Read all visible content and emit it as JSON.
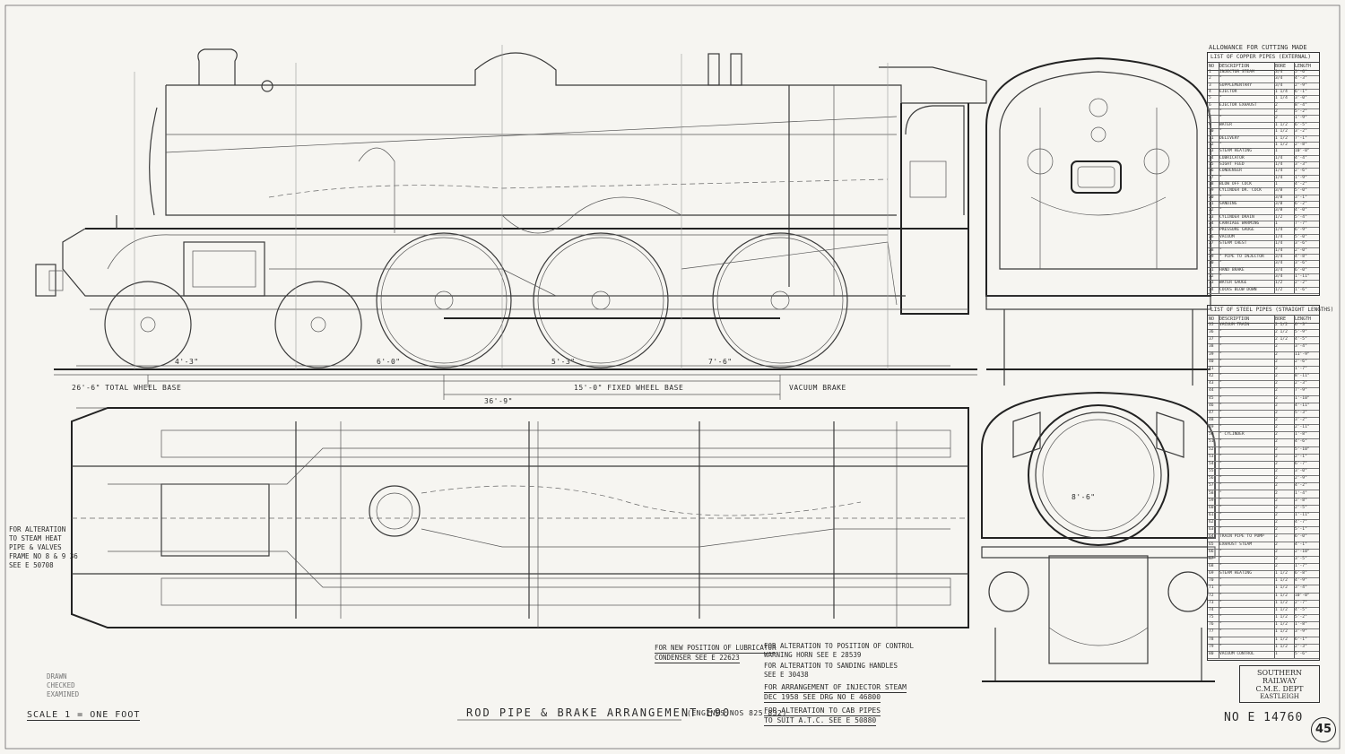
{
  "drawing": {
    "title": "ROD PIPE & BRAKE ARRANGEMENT E90",
    "engines": "(ENGINES Nos 825-832)",
    "number": "No E 14760",
    "sheet_number": "45",
    "scale": "SCALE 1 = ONE FOOT"
  },
  "stamp": {
    "line1": "SOUTHERN RAILWAY",
    "line2": "C.M.E. DEPT",
    "line3": "EASTLEIGH"
  },
  "notes": {
    "lubricator": [
      "FOR NEW POSITION OF LUBRICATOR",
      "CONDENSER SEE E 22623"
    ],
    "control": [
      "FOR ALTERATION TO POSITION OF CONTROL",
      "WARNING HORN SEE E 28539"
    ],
    "sanding": [
      "FOR ALTERATION TO SANDING HANDLES",
      "SEE E 30438"
    ],
    "injector": [
      "FOR ARRANGEMENT OF INJECTOR STEAM",
      "DEC 1958 SEE DRG No E 46800"
    ],
    "atc": [
      "FOR ALTERATION TO CAB PIPES",
      "TO SUIT A.T.C. SEE E 50880"
    ],
    "steam_heat": [
      "FOR ALTERATION",
      "TO STEAM HEAT",
      "PIPE & VALVES",
      "FRAME No 8 & 9 36",
      "SEE E 50708"
    ],
    "drawn": [
      "DRAWN",
      "CHECKED",
      "EXAMINED"
    ]
  },
  "dimensions": {
    "total_wheelbase": "26'-6\" TOTAL WHEEL BASE",
    "fixed_wheelbase": "15'-0\" FIXED WHEEL BASE",
    "overall": "36'-9\"",
    "vacuum_note": "VACUUM BRAKE",
    "d1": "4'-3\"",
    "d2": "6'-0\"",
    "d3": "5'-3\"",
    "d4": "7'-6\"",
    "d5": "8'-6\""
  },
  "tables": {
    "copper_heading": "LIST OF COPPER PIPES (EXTERNAL)",
    "copper_top_caption": "ALLOWANCE FOR CUTTING MADE",
    "steel_heading": "LIST OF STEEL PIPES (STRAIGHT LENGTHS)",
    "col_no": "No",
    "col_desc": "DESCRIPTION",
    "col_bore": "BORE",
    "col_length": "LENGTH",
    "copper_rows": [
      [
        "1",
        "INJECTOR STEAM",
        "3/4",
        "5'-6\""
      ],
      [
        "2",
        "\"",
        "3/4",
        "4'-3\""
      ],
      [
        "3",
        "SUPPLEMENTARY",
        "3/4",
        "2'-9\""
      ],
      [
        "4",
        "EJECTOR",
        "1 1/4",
        "6'-1\""
      ],
      [
        "5",
        "\"",
        "1 1/4",
        "3'-0\""
      ],
      [
        "6",
        "EJECTOR EXHAUST",
        "2",
        "8'-4\""
      ],
      [
        "7",
        "\"",
        "2",
        "5'-2\""
      ],
      [
        "8",
        "\"",
        "2",
        "1'-9\""
      ],
      [
        "9",
        "WATER",
        "1 1/2",
        "6'-5\""
      ],
      [
        "10",
        "\"",
        "1 1/2",
        "3'-2\""
      ],
      [
        "11",
        "DELIVERY",
        "1 1/2",
        "7'-1\""
      ],
      [
        "12",
        "\"",
        "1 1/2",
        "2'-8\""
      ],
      [
        "13",
        "STEAM HEATING",
        "1",
        "10'-0\""
      ],
      [
        "14",
        "LUBRICATOR",
        "1/4",
        "4'-4\""
      ],
      [
        "15",
        "SIGHT FEED",
        "1/4",
        "3'-3\""
      ],
      [
        "16",
        "CONDENSER",
        "1/4",
        "2'-6\""
      ],
      [
        "17",
        "\"",
        "1/4",
        "1'-9\""
      ],
      [
        "18",
        "BLOW OFF COCK",
        "1",
        "4'-2\""
      ],
      [
        "19",
        "CYLINDER DR. COCK",
        "3/8",
        "5'-0\""
      ],
      [
        "20",
        "\"",
        "3/8",
        "3'-1\""
      ],
      [
        "21",
        "SANDING",
        "3/8",
        "6'-2\""
      ],
      [
        "22",
        "\"",
        "3/8",
        "4'-0\""
      ],
      [
        "23",
        "CYLINDER DRAIN",
        "1/2",
        "5'-4\""
      ],
      [
        "24",
        "CARRIAGE WARMING",
        "1",
        "7'-7\""
      ],
      [
        "25",
        "PRESSURE GAUGE",
        "1/4",
        "6'-9\""
      ],
      [
        "26",
        "VACUUM",
        "1/4",
        "5'-0\""
      ],
      [
        "27",
        "STEAM CHEST",
        "1/4",
        "3'-6\""
      ],
      [
        "28",
        "\"",
        "1/4",
        "2'-0\""
      ],
      [
        "29",
        "\" PIPE TO INJECTOR",
        "3/4",
        "4'-8\""
      ],
      [
        "30",
        "\"",
        "3/4",
        "3'-6\""
      ],
      [
        "31",
        "HAND BRAKE",
        "3/4",
        "6'-0\""
      ],
      [
        "32",
        "\"",
        "3/4",
        "1'-11\""
      ],
      [
        "33",
        "WATER GAUGE",
        "1/2",
        "2'-2\""
      ],
      [
        "34",
        "COCKS BLOW DOWN",
        "1/2",
        "1'-6\""
      ]
    ],
    "steel_rows": [
      [
        "35",
        "VACUUM TRAIN",
        "2 1/2",
        "6'-3\""
      ],
      [
        "36",
        "\"",
        "2 1/2",
        "5'-9\""
      ],
      [
        "37",
        "\"",
        "2 1/2",
        "4'-5\""
      ],
      [
        "38",
        "\"",
        "2",
        "3'-4\""
      ],
      [
        "39",
        "\"",
        "2",
        "11'-9\""
      ],
      [
        "40",
        "\"",
        "2",
        "2'-6\""
      ],
      [
        "41",
        "\"",
        "2",
        "1'-7\""
      ],
      [
        "42",
        "\"",
        "2",
        "8'-11\""
      ],
      [
        "43",
        "\"",
        "2",
        "2'-3\""
      ],
      [
        "44",
        "\"",
        "2",
        "7'-9\""
      ],
      [
        "45",
        "\"",
        "2",
        "1'-10\""
      ],
      [
        "46",
        "\"",
        "2",
        "4'-11\""
      ],
      [
        "47",
        "\"",
        "2",
        "5'-3\""
      ],
      [
        "48",
        "\"",
        "2",
        "3'-2\""
      ],
      [
        "49",
        "\"",
        "2",
        "2'-11\""
      ],
      [
        "50",
        "\" CYLINDER",
        "2",
        "1'-8\""
      ],
      [
        "51",
        "\"",
        "2",
        "4'-6\""
      ],
      [
        "52",
        "\"",
        "2",
        "5'-10\""
      ],
      [
        "53",
        "\"",
        "2",
        "2'-1\""
      ],
      [
        "54",
        "\"",
        "2",
        "6'-7\""
      ],
      [
        "55",
        "\"",
        "2",
        "3'-0\""
      ],
      [
        "56",
        "\"",
        "2",
        "2'-9\""
      ],
      [
        "57",
        "\"",
        "2",
        "4'-2\""
      ],
      [
        "58",
        "\"",
        "2",
        "1'-4\""
      ],
      [
        "59",
        "\"",
        "2",
        "3'-8\""
      ],
      [
        "60",
        "\"",
        "2",
        "2'-5\""
      ],
      [
        "61",
        "\"",
        "2",
        "1'-11\""
      ],
      [
        "62",
        "\"",
        "2",
        "4'-7\""
      ],
      [
        "63",
        "\"",
        "2",
        "5'-1\""
      ],
      [
        "64",
        "TRAIN PIPE TO PUMP",
        "2",
        "6'-0\""
      ],
      [
        "65",
        "EXHAUST STEAM",
        "2",
        "4'-1\""
      ],
      [
        "66",
        "\"",
        "2",
        "2'-10\""
      ],
      [
        "67",
        "\"",
        "2",
        "3'-5\""
      ],
      [
        "68",
        "\"",
        "2",
        "1'-7\""
      ],
      [
        "69",
        "STEAM HEATING",
        "1 1/2",
        "6'-8\""
      ],
      [
        "70",
        "\"",
        "1 1/2",
        "4'-9\""
      ],
      [
        "71",
        "\"",
        "1 1/2",
        "3'-4\""
      ],
      [
        "72",
        "\"",
        "1 1/2",
        "10'-0\""
      ],
      [
        "73",
        "\"",
        "1 1/2",
        "2'-7\""
      ],
      [
        "74",
        "\"",
        "1 1/2",
        "4'-5\""
      ],
      [
        "75",
        "\"",
        "1 1/2",
        "5'-2\""
      ],
      [
        "76",
        "\"",
        "1 1/2",
        "1'-8\""
      ],
      [
        "77",
        "\"",
        "1 1/2",
        "3'-9\""
      ],
      [
        "78",
        "\"",
        "1 1/2",
        "6'-1\""
      ],
      [
        "79",
        "\"",
        "1 1/2",
        "2'-3\""
      ],
      [
        "80",
        "VACUUM CONTROL",
        "1",
        "5'-6\""
      ]
    ]
  }
}
